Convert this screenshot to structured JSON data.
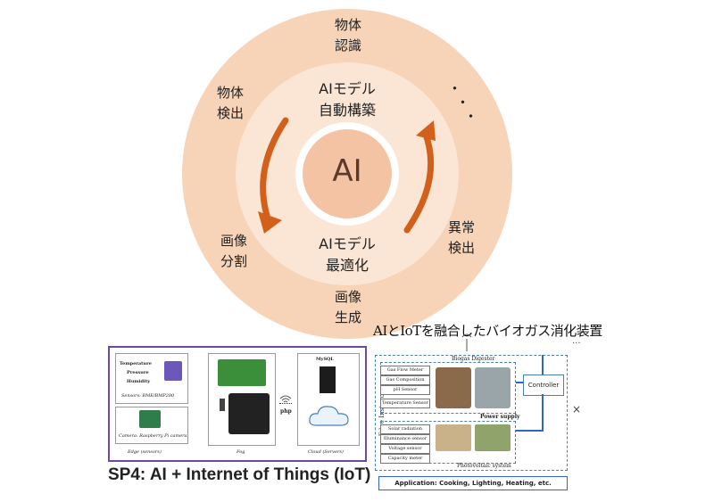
{
  "cycle": {
    "center": "AI",
    "inner_top": [
      "AIモデル",
      "自動構築"
    ],
    "inner_bottom": [
      "AIモデル",
      "最適化"
    ],
    "outer_labels": {
      "top": [
        "物体",
        "認識"
      ],
      "upper_left": [
        "物体",
        "検出"
      ],
      "left": [
        "画像",
        "分割"
      ],
      "bottom": [
        "画像",
        "生成"
      ],
      "right": [
        "異常",
        "検出"
      ],
      "upper_right": "・・・"
    },
    "colors": {
      "outer": "#f7d3b8",
      "middle": "#fbe6d6",
      "center": "#f4c3a3",
      "arrow": "#d2601a"
    }
  },
  "iot_panel": {
    "sensors": [
      "Temperature",
      "Pressure",
      "Humidity"
    ],
    "sensor_caption": "Sensors: BME/BMP280",
    "camera_caption": "Camera: Raspberry Pi camera",
    "edge_label": "Edge (sensors)",
    "fog_label": "Fog",
    "cloud_top": "MySQL",
    "cloud_label": "Cloud (Servers)",
    "php_label": "php"
  },
  "caption": "SP4: AI + Internet of Things (IoT)",
  "biogas": {
    "title": "AIとIoTを融合したバイオガス消化装置",
    "edge_instances": "Edge Instances",
    "digester_label": "Biogas Digester",
    "digester_rows": [
      "Gas Flow Meter",
      "Gas Composition Analyzer",
      "pH Sensor",
      "Temperature Sensor"
    ],
    "pv_rows": [
      "Solar radiation meter",
      "Illuminance sensor",
      "Voltage sensor",
      "Capacity meter"
    ],
    "power_supply": "Power supply",
    "pv_label": "Photovoltaic system",
    "controller": "Controller",
    "application": "Application: Cooking, Lighting, Heating, etc.",
    "close_mark": "×",
    "more_mark": "···"
  }
}
